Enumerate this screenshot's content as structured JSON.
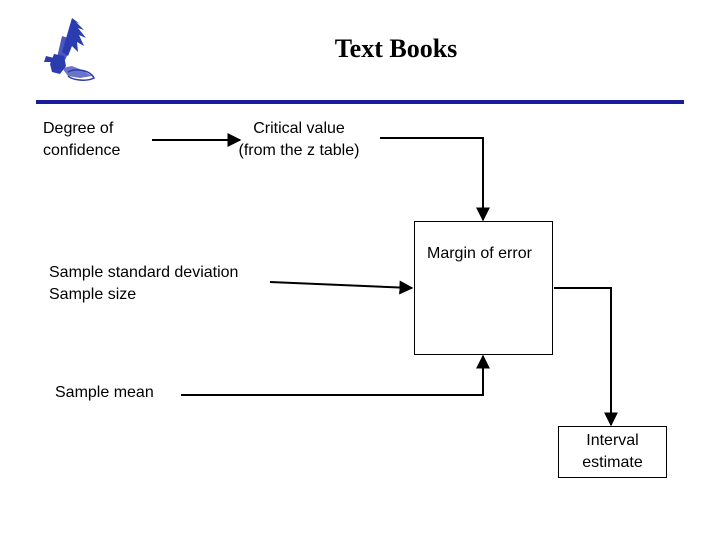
{
  "title": "Text Books",
  "logo": {
    "icon": "eagle-logo-icon",
    "color": "#2b3bb0"
  },
  "accent_color": "#1b1b9e",
  "nodes": {
    "degree": "Degree of\nconfidence",
    "critical": "Critical value\n(from the z table)",
    "sd_size": "Sample standard deviation\nSample size",
    "mean": "Sample mean",
    "margin": "Margin of error",
    "interval": "Interval\nestimate"
  }
}
